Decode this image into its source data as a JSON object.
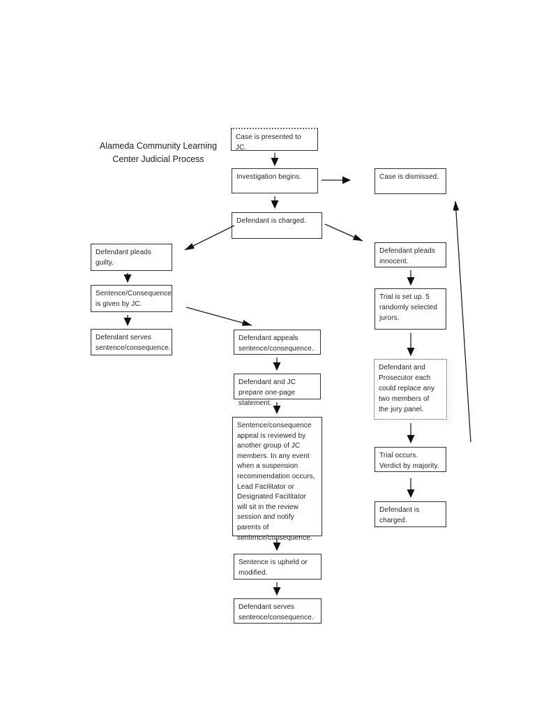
{
  "title": {
    "line1": "Alameda Community Learning",
    "line2": "Center Judicial Process"
  },
  "colors": {
    "background": "#ffffff",
    "box_border": "#2e2e2e",
    "text": "#222222",
    "arrow": "#1e1e1e"
  },
  "nodes": [
    {
      "id": "case-presented",
      "label": "Case is presented to JC."
    },
    {
      "id": "investigation-begins",
      "label": "Investigation begins."
    },
    {
      "id": "case-dismissed",
      "label": "Case is dismissed."
    },
    {
      "id": "defendant-charged",
      "label": "Defendant is charged."
    },
    {
      "id": "pleads-guilty",
      "label": "Defendant pleads guilty."
    },
    {
      "id": "sentence-given",
      "label": "Sentence/Consequence is given by JC."
    },
    {
      "id": "serves-sentence-left",
      "label": "Defendant serves sentence/consequence."
    },
    {
      "id": "pleads-innocent",
      "label": "Defendant pleads innocent."
    },
    {
      "id": "trial-set-up",
      "label": "Trial is set up. 5 randomly selected jurors."
    },
    {
      "id": "jury-replacement",
      "label": "Defendant and Prosecutor each could replace any two members of the jury panel."
    },
    {
      "id": "trial-occurs",
      "label": "Trial occurs. Verdict by majority."
    },
    {
      "id": "defendant-charged-2",
      "label": "Defendant is charged."
    },
    {
      "id": "appeals",
      "label": "Defendant appeals sentence/consequence."
    },
    {
      "id": "one-page-statement",
      "label": "Defendant and JC prepare one-page statement."
    },
    {
      "id": "appeal-review",
      "label": "Sentence/consequence appeal is reviewed by another group of JC members. In any event when a suspension recommendation occurs, Lead Facilitator or Designated Facilitator will sit in the review session and notify parents of sentence/consequence."
    },
    {
      "id": "sentence-upheld",
      "label": "Sentence is upheld or modified."
    },
    {
      "id": "serves-sentence-bottom",
      "label": "Defendant serves sentence/consequence."
    }
  ]
}
